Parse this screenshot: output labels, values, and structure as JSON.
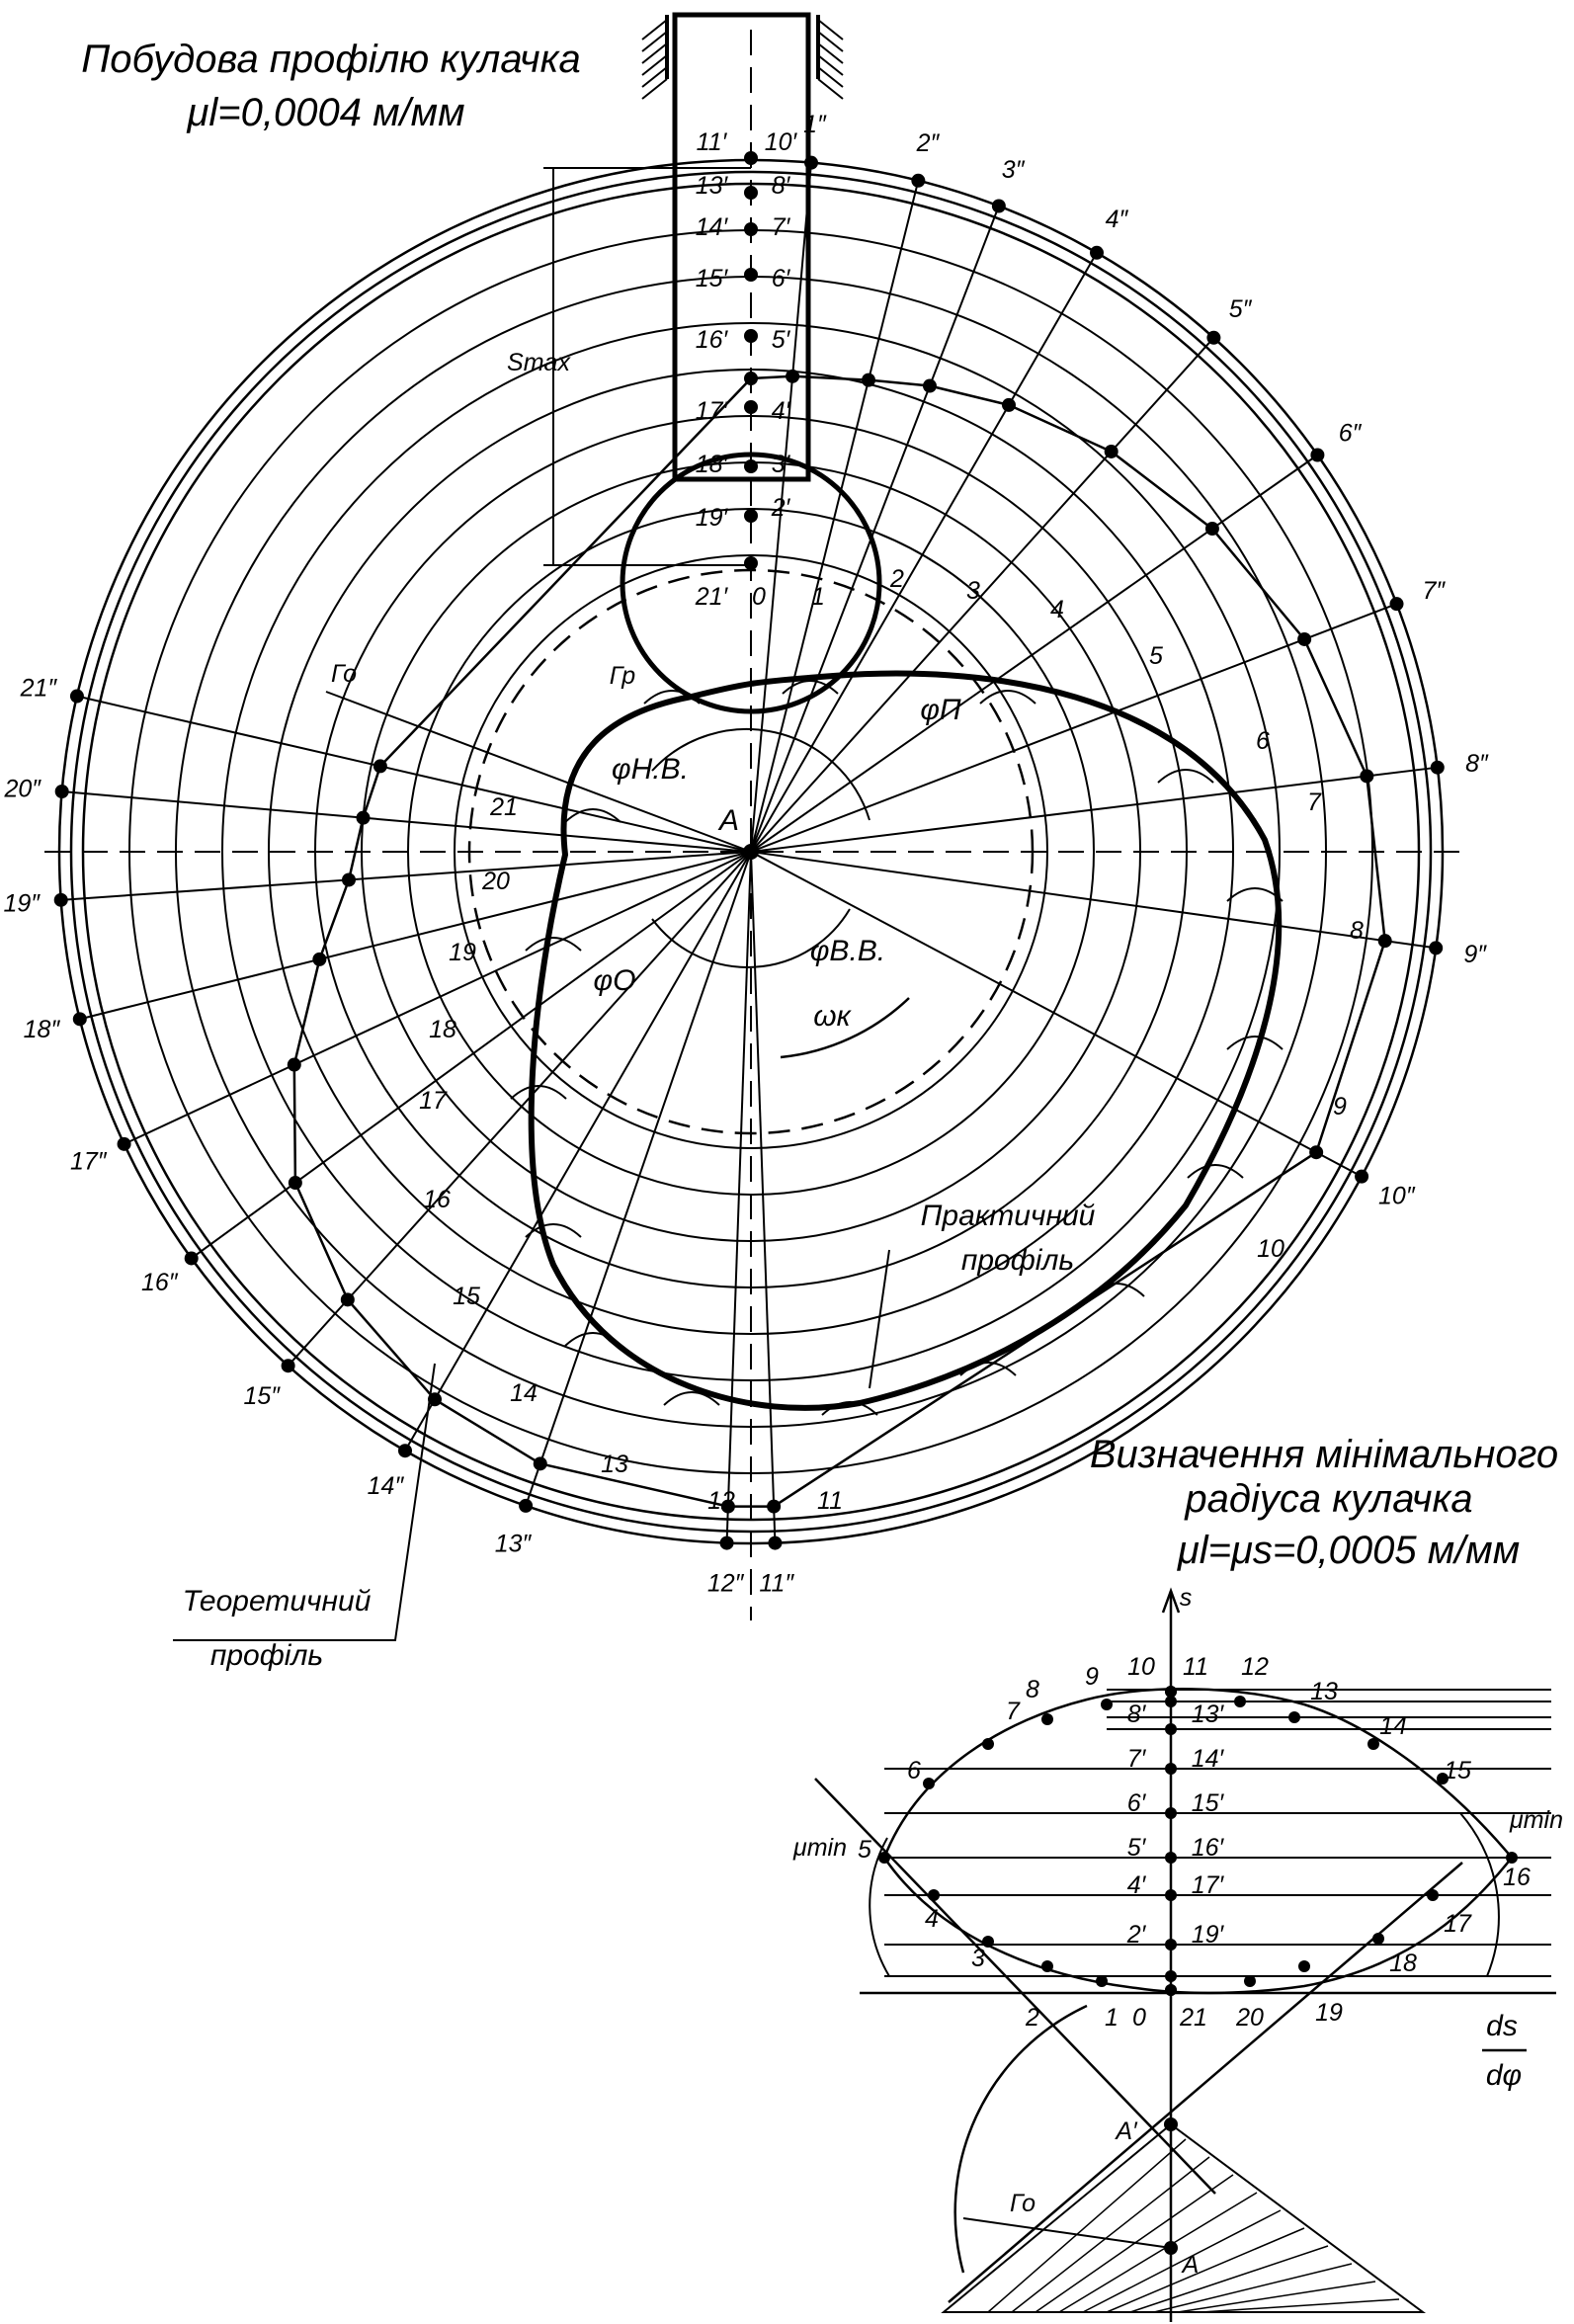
{
  "titles": {
    "top": "Побудова профілю кулачка",
    "top_scale": "μl=0,0004 м/мм",
    "bottom_1": "Визначення мінімального",
    "bottom_2": "радіуса кулачка",
    "bottom_scale": "μl=μs=0,0005 м/мм"
  },
  "profiles": {
    "practical_1": "Практичний",
    "practical_2": "профіль",
    "theoretical_1": "Теоретичний",
    "theoretical_2": "профіль"
  },
  "symbols": {
    "smax": "Smax",
    "gamma_o": "Го",
    "gamma_r": "Гр",
    "phi_p": "φП",
    "phi_nv": "φН.В.",
    "phi_o": "φО",
    "phi_vv": "φВ.В.",
    "omega": "ωк",
    "center": "A",
    "center_prime": "A′",
    "axis_s": "s",
    "axis_ds": "ds",
    "axis_dphi": "dφ",
    "mu_min": "μmin"
  },
  "cam": {
    "positions": [
      "0",
      "1",
      "2",
      "3",
      "4",
      "5",
      "6",
      "7",
      "8",
      "9",
      "10",
      "11",
      "12",
      "13",
      "14",
      "15",
      "16",
      "17",
      "18",
      "19",
      "20",
      "21"
    ],
    "outer_labels": [
      "1″",
      "2″",
      "3″",
      "4″",
      "5″",
      "6″",
      "7″",
      "8″",
      "9″",
      "10″",
      "11″",
      "12″",
      "13″",
      "14″",
      "15″",
      "16″",
      "17″",
      "18″",
      "19″",
      "20″",
      "21″"
    ],
    "follower_right": [
      "10′",
      "8′",
      "7′",
      "6′",
      "5′",
      "4′",
      "3′",
      "2′"
    ],
    "follower_left": [
      "11′",
      "13′",
      "14′",
      "15′",
      "16′",
      "17′",
      "18′",
      "19′",
      "21′"
    ]
  },
  "diagram_s": {
    "upper_labels": [
      "5",
      "6",
      "7",
      "8",
      "9",
      "10",
      "11",
      "12",
      "13",
      "14",
      "15",
      "16"
    ],
    "lower_labels": [
      "4",
      "3",
      "2",
      "1",
      "0",
      "21",
      "20",
      "19",
      "18",
      "17"
    ],
    "axis_marks_left": [
      "8′",
      "7′",
      "6′",
      "5′",
      "4′",
      "2′"
    ],
    "axis_marks_right": [
      "13′",
      "14′",
      "15′",
      "16′",
      "17′",
      "19′"
    ]
  },
  "colors": {
    "ink": "#000000",
    "paper": "#ffffff"
  }
}
